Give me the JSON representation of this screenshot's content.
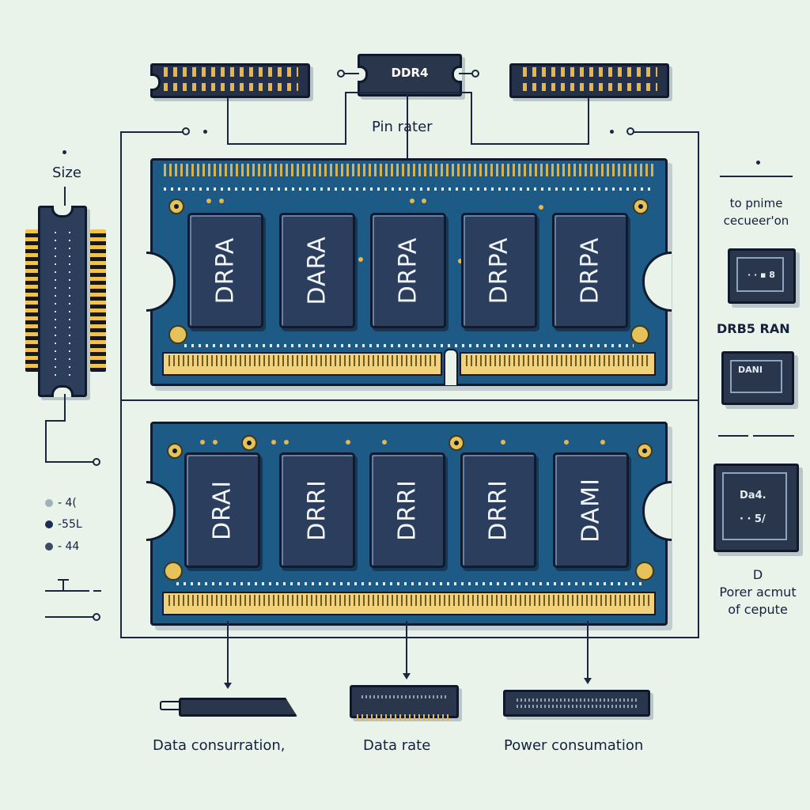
{
  "diagram": {
    "top": {
      "center_chip_label": "DDR4",
      "caption": "Pin rater"
    },
    "left": {
      "caption": "Size",
      "legend": [
        {
          "label": "- 4(",
          "color": "#9fb2b8"
        },
        {
          "label": "-55L",
          "color": "#1c2d55"
        },
        {
          "label": "- 44",
          "color": "#3b4b66"
        }
      ]
    },
    "modules": [
      {
        "name": "upper-module",
        "chips": [
          "DRPA",
          "DARA",
          "DRPA",
          "DRPA",
          "DRPA"
        ]
      },
      {
        "name": "lower-module",
        "chips": [
          "DRAI",
          "DRRI",
          "DRRI",
          "DRRI",
          "DAMI"
        ]
      }
    ],
    "right": {
      "caption_1_line_1": "to pnime",
      "caption_1_line_2": "cecueer'on",
      "chip_1_text": "· · ▪ 8",
      "caption_2": "DRB5 RAN",
      "chip_2_text": "DANI",
      "chip_3_text_1": "Da4.",
      "chip_3_text_2": "· · 5/",
      "caption_3_letter": "D",
      "caption_3_line_1": "Porer acmut",
      "caption_3_line_2": "of cepute"
    },
    "bottom": {
      "labels": [
        "Data consurration,",
        "Data rate",
        "Power consumation"
      ]
    },
    "colors": {
      "background": "#e9f3ea",
      "pcb": "#1d5a86",
      "chip": "#2b3e5e",
      "gold": "#f1d27a",
      "outline": "#0f1a2e"
    }
  }
}
